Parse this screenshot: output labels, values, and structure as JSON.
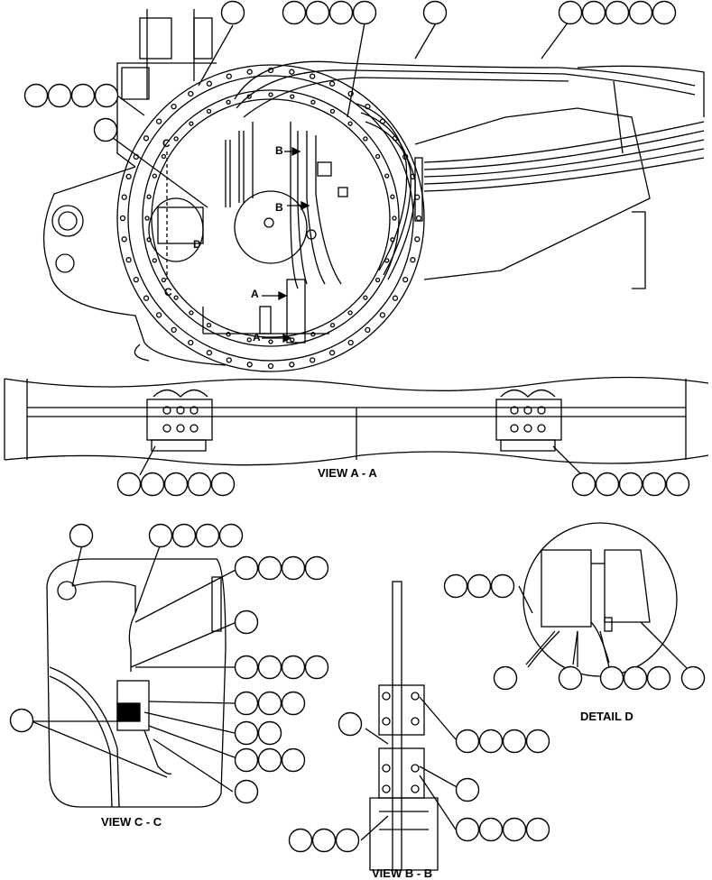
{
  "views": {
    "view_aa": "VIEW A - A",
    "view_cc": "VIEW C - C",
    "view_bb": "VIEW B - B",
    "detail_d": "DETAIL D"
  },
  "section_marks": {
    "a": "A",
    "b": "B",
    "c": "C",
    "d": "D"
  }
}
